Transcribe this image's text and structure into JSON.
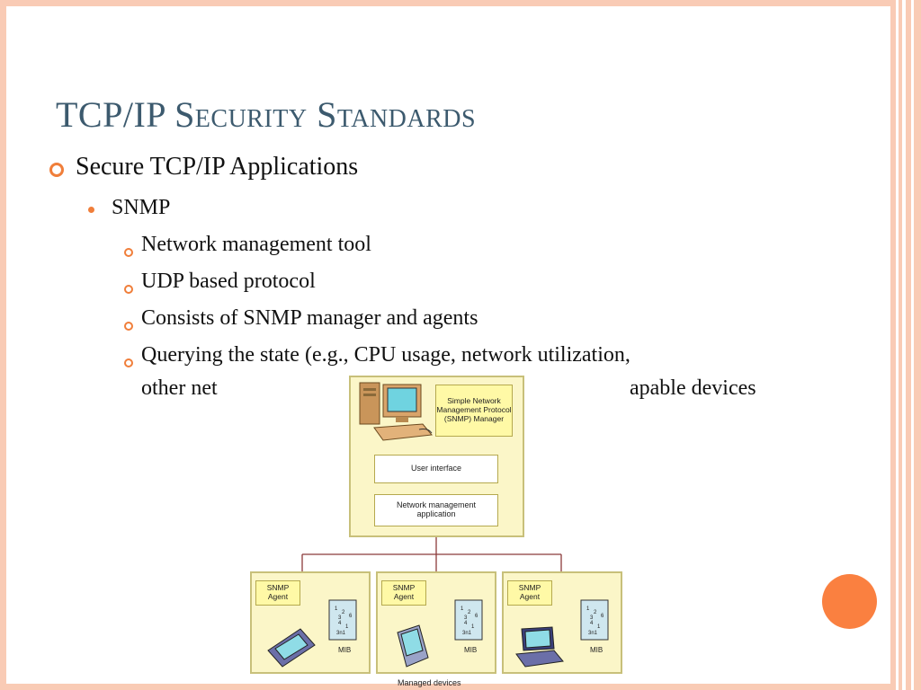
{
  "slide": {
    "title_main": "TCP/IP ",
    "title_sc": "Security Standards",
    "bullets": {
      "level1": "Secure TCP/IP Applications",
      "level2": "SNMP",
      "level3": [
        "Network management tool",
        "UDP based protocol",
        "Consists of SNMP manager and agents",
        "Querying the state (e.g., CPU usage, network utilization,"
      ],
      "level3_continuation_left": "other net",
      "level3_continuation_right": "apable devices"
    }
  },
  "diagram": {
    "manager_label": "Simple Network Management Protocol (SNMP) Manager",
    "user_interface": "User interface",
    "network_app": "Network management application",
    "agent_label": "SNMP Agent",
    "mib_label": "MIB",
    "caption": "Managed devices",
    "colors": {
      "panel_fill": "#fbf6c8",
      "label_fill": "#fff9a6",
      "connector": "#8b3a3a",
      "accent_orange": "#fa8040"
    },
    "icons": [
      "computer-icon",
      "tablet-device-icon",
      "pda-device-icon",
      "laptop-device-icon",
      "mib-document-icon"
    ]
  }
}
